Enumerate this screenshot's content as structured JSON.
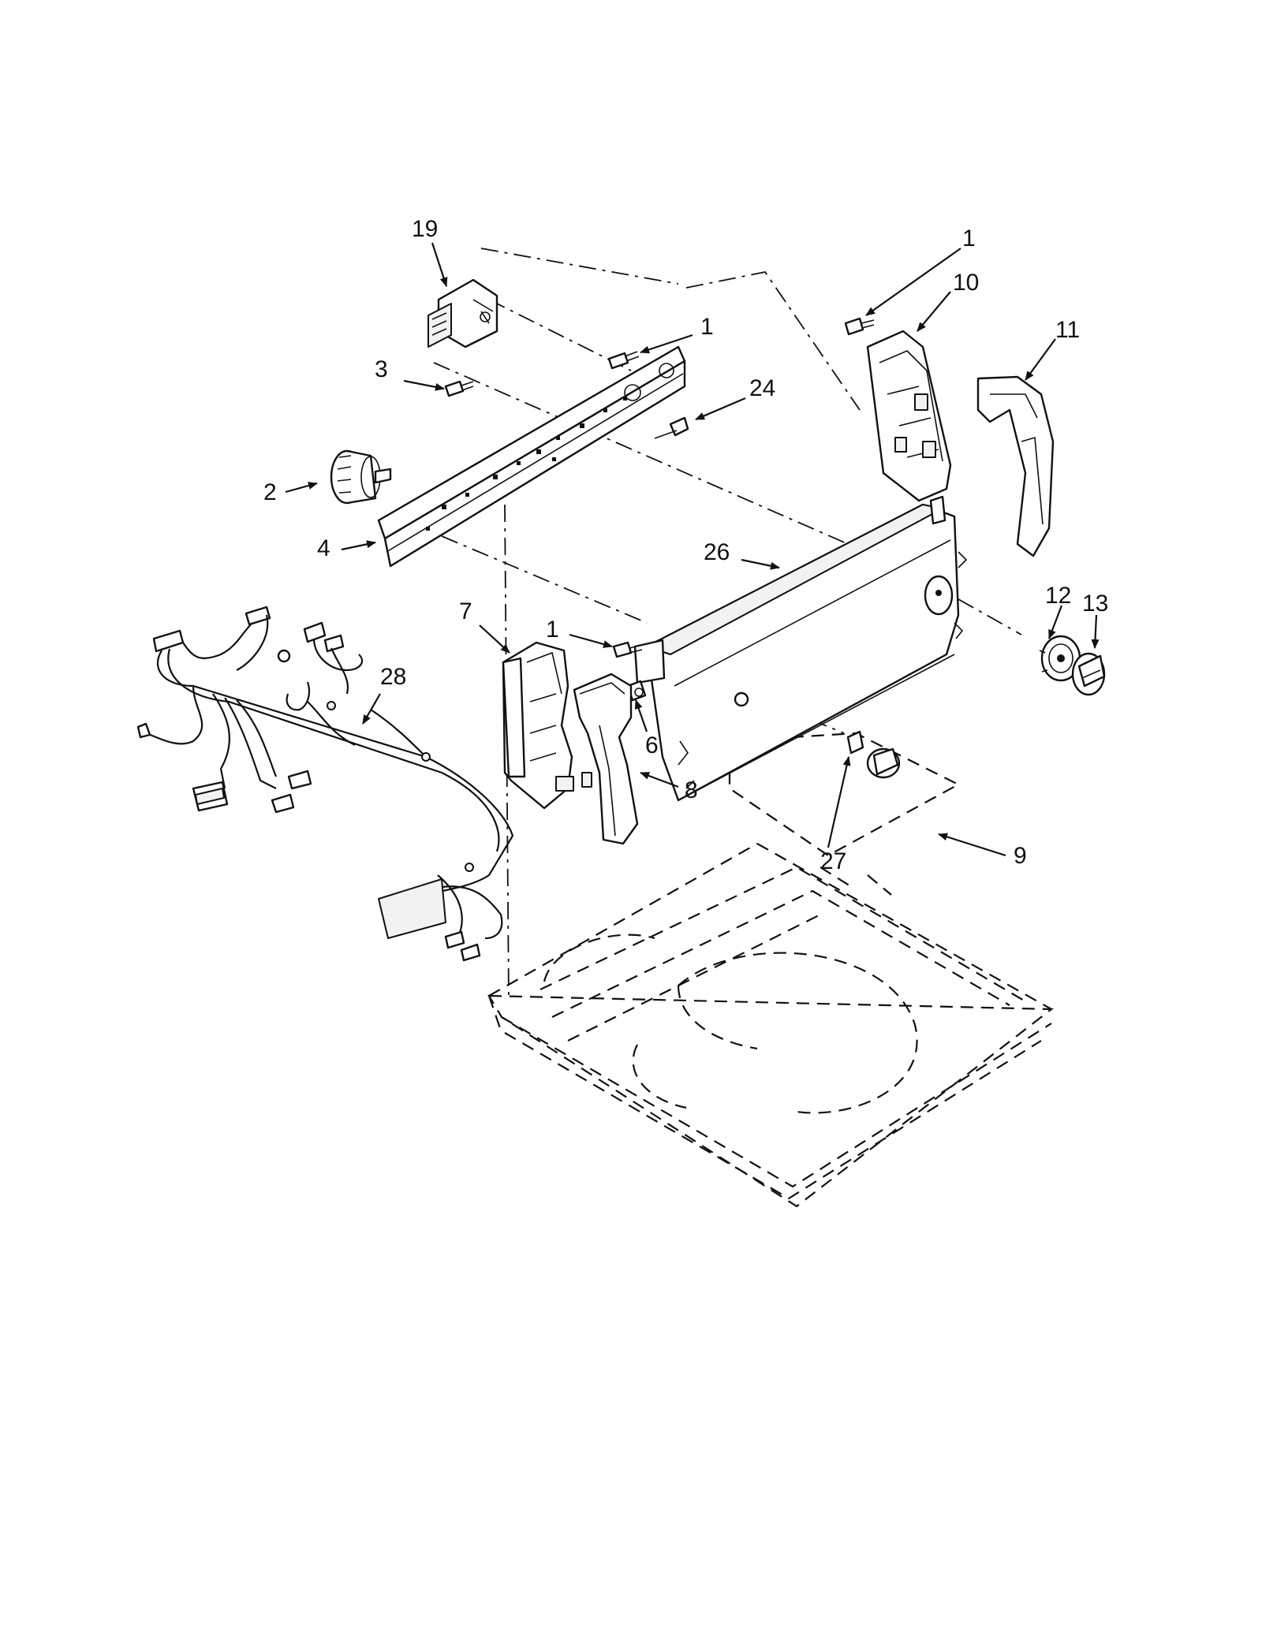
{
  "callouts": {
    "c19": "19",
    "c1a": "1",
    "c10": "10",
    "c11": "11",
    "c1b": "1",
    "c3": "3",
    "c24": "24",
    "c2": "2",
    "c4": "4",
    "c26": "26",
    "c12": "12",
    "c13": "13",
    "c7": "7",
    "c1c": "1",
    "c28": "28",
    "c6": "6",
    "c8": "8",
    "c27": "27",
    "c9": "9"
  }
}
